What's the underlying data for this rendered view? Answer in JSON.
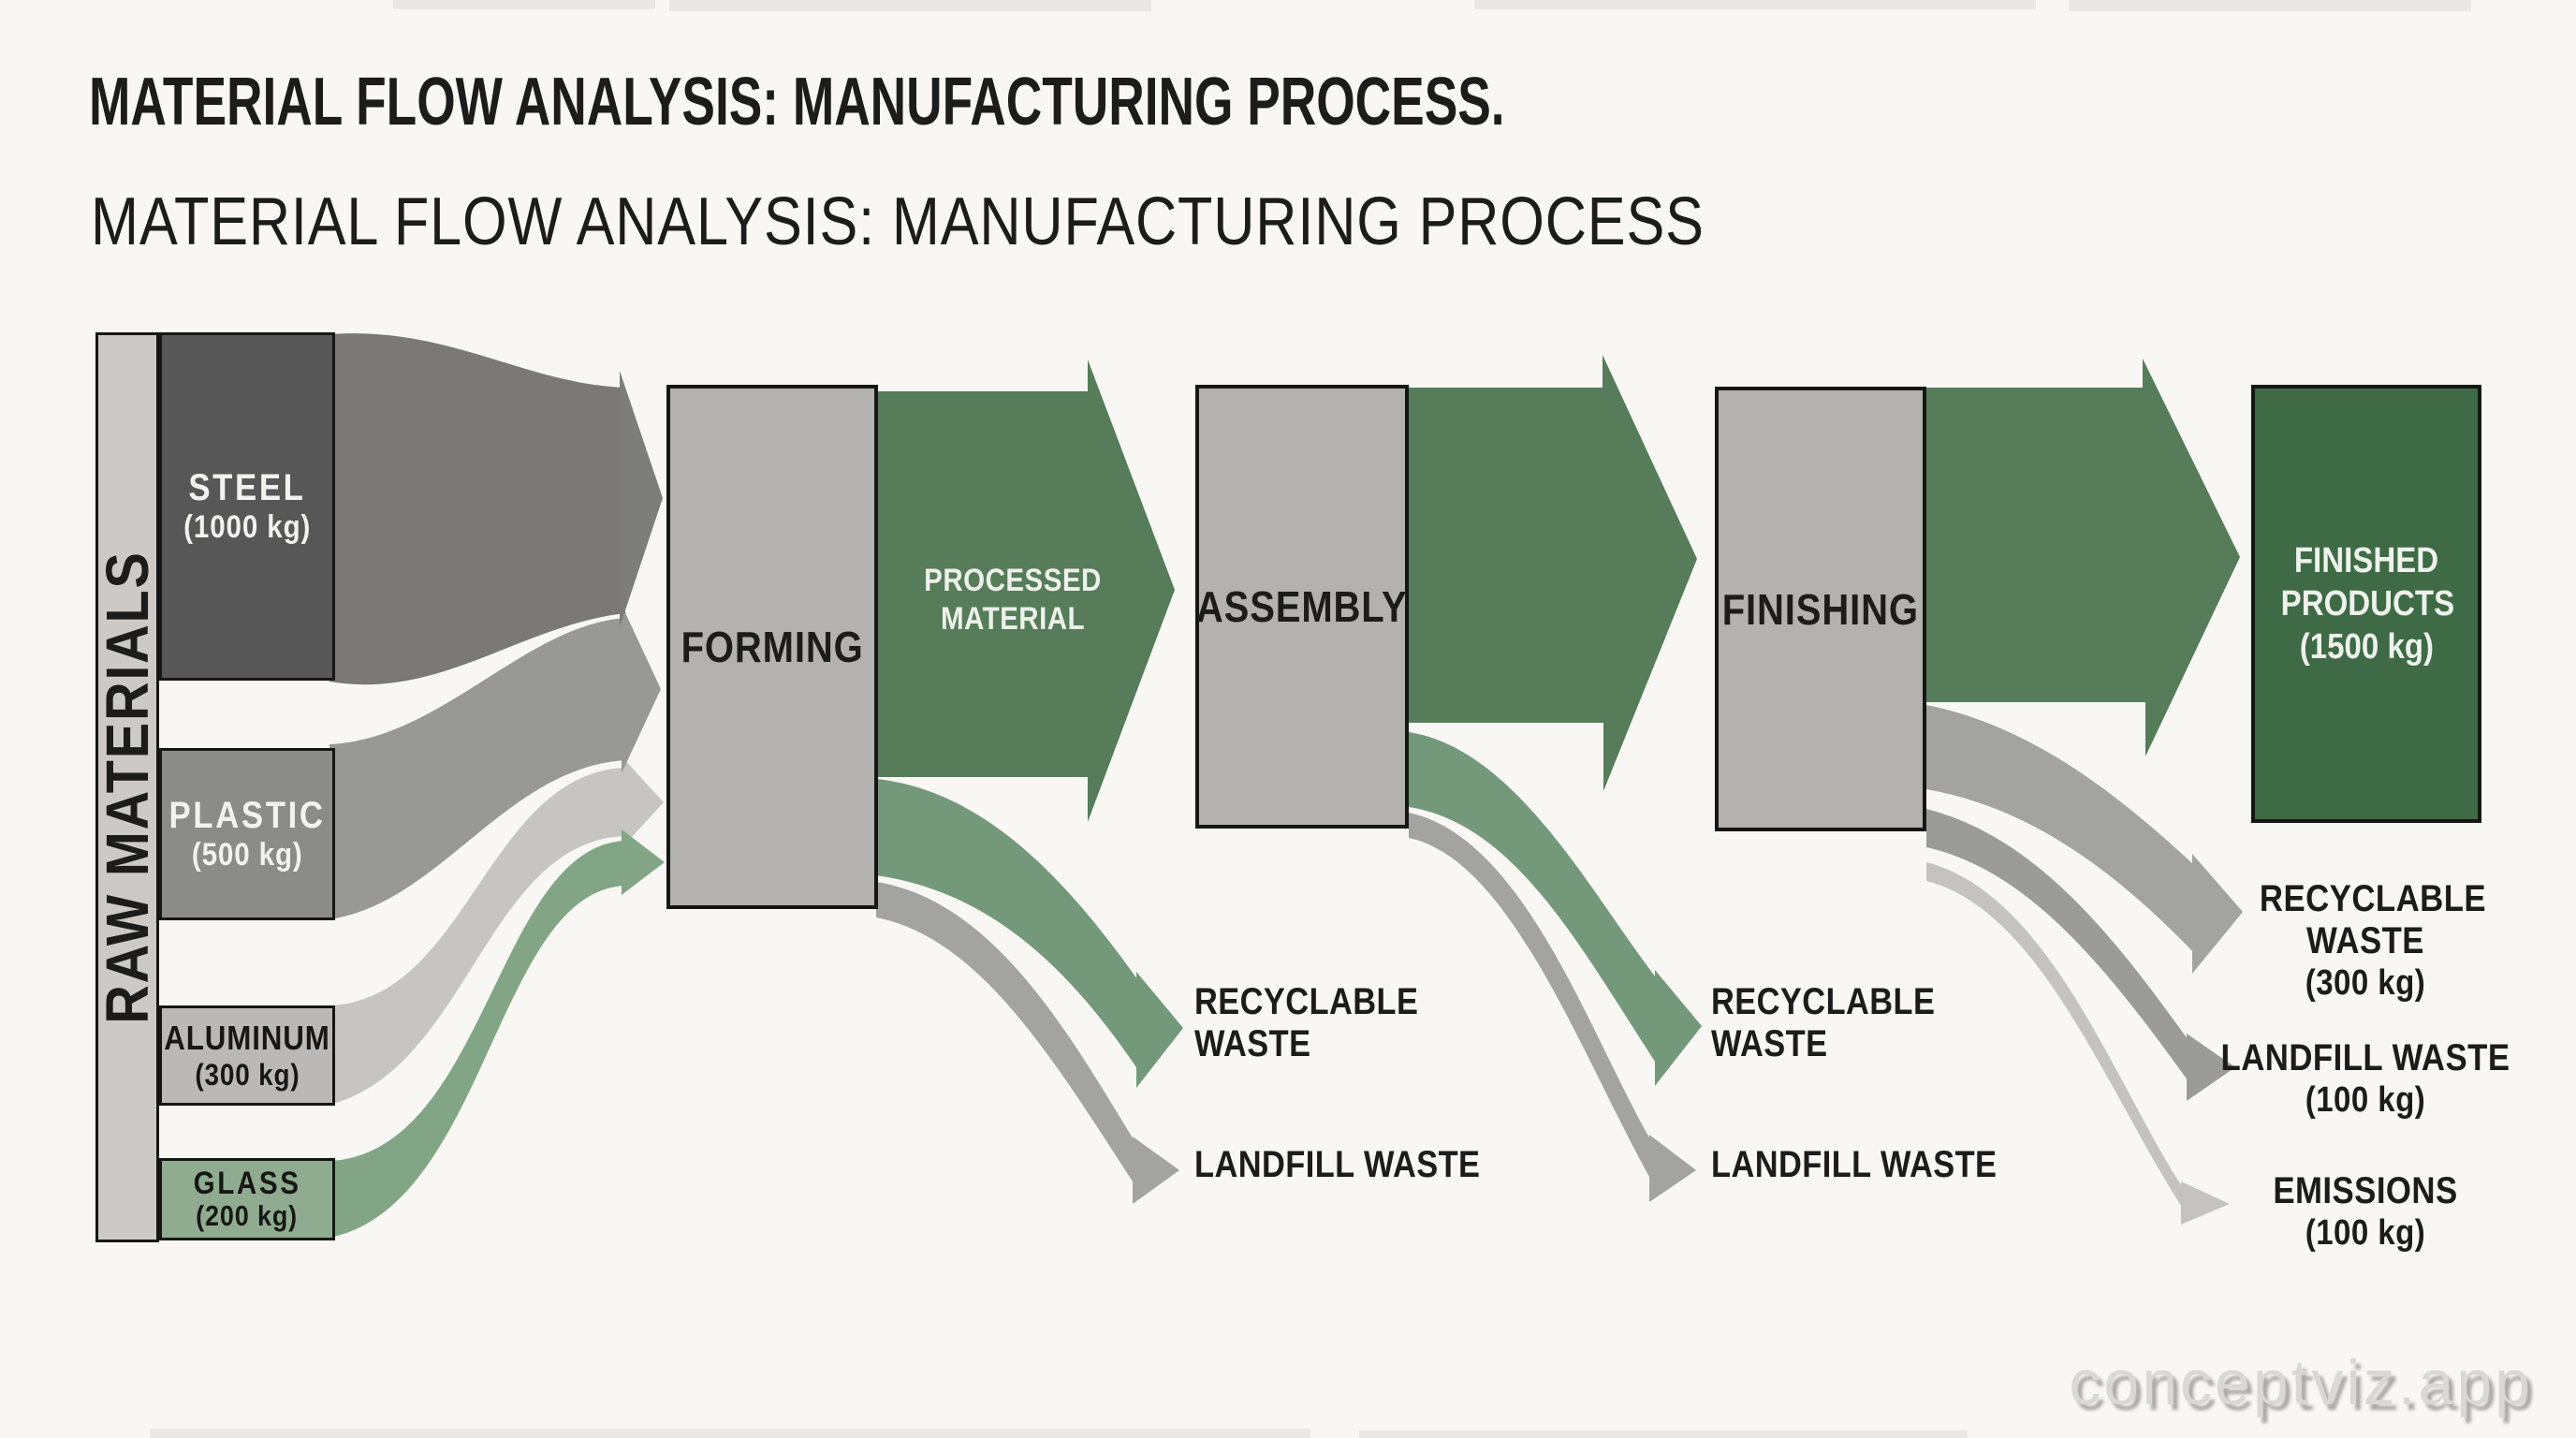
{
  "header": {
    "title": "MATERIAL FLOW ANALYSIS: MANUFACTURING PROCESS.",
    "subtitle": "MATERIAL FLOW ANALYSIS: MANUFACTURING PROCESS"
  },
  "raw_materials": {
    "axis_label": "RAW MATERIALS",
    "items": [
      {
        "name": "STEEL",
        "amount": "(1000 kg)"
      },
      {
        "name": "PLASTIC",
        "amount": "(500 kg)"
      },
      {
        "name": "ALUMINUM",
        "amount": "(300 kg)"
      },
      {
        "name": "GLASS",
        "amount": "(200 kg)"
      }
    ]
  },
  "stages": [
    {
      "label": "FORMING"
    },
    {
      "label": "ASSEMBLY"
    },
    {
      "label": "FINISHING"
    }
  ],
  "flow_labels": {
    "processed_material": "PROCESSED MATERIAL"
  },
  "finished_products": {
    "name": "FINISHED PRODUCTS",
    "amount": "(1500 kg)"
  },
  "waste": {
    "after_forming": [
      {
        "name": "RECYCLABLE WASTE"
      },
      {
        "name": "LANDFILL WASTE"
      }
    ],
    "after_assembly": [
      {
        "name": "RECYCLABLE WASTE"
      },
      {
        "name": "LANDFILL WASTE"
      }
    ],
    "after_finishing": [
      {
        "name": "RECYCLABLE WASTE",
        "amount": "(300 kg)"
      },
      {
        "name": "LANDFILL WASTE",
        "amount": "(100 kg)"
      },
      {
        "name": "EMISSIONS",
        "amount": "(100 kg)"
      }
    ]
  },
  "watermark": "conceptviz.app",
  "colors": {
    "background": "#f8f7f4",
    "steel_box": "#575757",
    "plastic_box": "#8b8b8a",
    "aluminum_box": "#bab9b6",
    "glass_box": "#8fac90",
    "raw_bar": "#cbcac7",
    "process_box": "#b3b2af",
    "finished_box": "#3e6a45",
    "steel_flow": "#7d7d7c",
    "plastic_flow": "#989896",
    "aluminum_flow": "#c6c5c2",
    "glass_flow": "#82a685",
    "green_arrow": "#567c5a",
    "waste_green": "#74997a",
    "waste_gray": "#a3a3a1",
    "waste_gray_dark": "#9b9b99",
    "emissions_gray": "#c4c3c0"
  }
}
